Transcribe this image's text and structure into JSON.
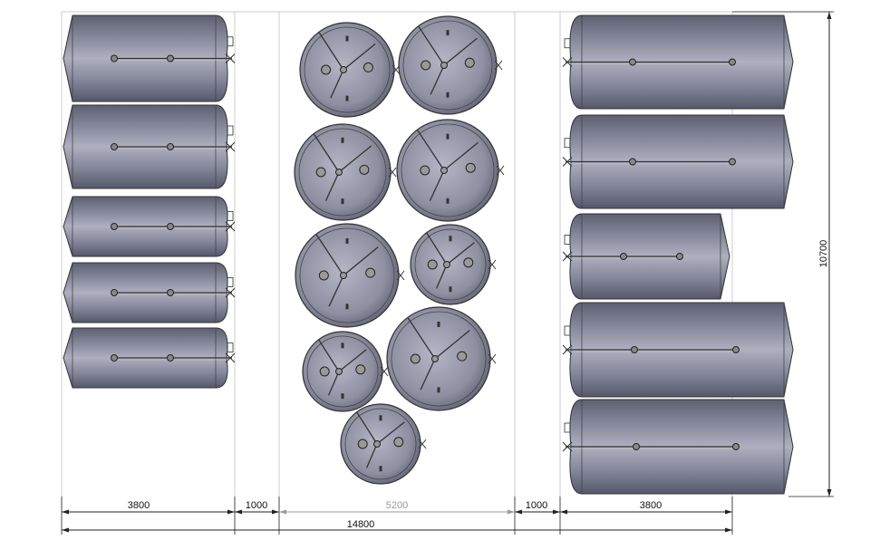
{
  "dimensions": {
    "left_tanks_width": "3800",
    "left_gap": "1000",
    "middle_width": "5200",
    "right_gap": "1000",
    "right_tanks_width": "3800",
    "total_width": "14800",
    "total_height": "10700"
  },
  "colors": {
    "tank_body": "#7c7e8e",
    "tank_highlight": "#a9abbb",
    "tank_shadow": "#55576a",
    "lines": "#222222",
    "grid": "#cccccc",
    "muted_dim": "#999999"
  }
}
